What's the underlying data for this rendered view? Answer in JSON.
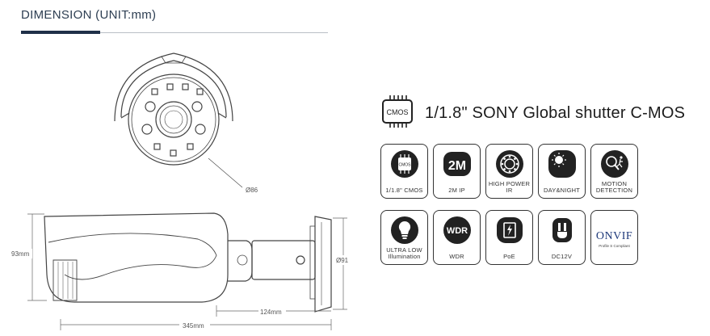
{
  "dimension": {
    "title": "DIMENSION (UNIT:mm)"
  },
  "drawing_labels": {
    "front_diameter": "Ø86",
    "body_height": "93mm",
    "bracket_diameter": "Ø91",
    "bracket_length": "124mm",
    "total_length": "345mm"
  },
  "headline": {
    "chip_text": "CMOS",
    "text": "1/1.8\" SONY Global shutter C-MOS"
  },
  "features": [
    {
      "label": "1/1.8\" CMOS",
      "icon": "cmos-chip-icon"
    },
    {
      "label": "2M IP",
      "icon": "2m-icon"
    },
    {
      "label": "HIGH POWER IR",
      "icon": "ir-led-icon"
    },
    {
      "label": "DAY&NIGHT",
      "icon": "day-night-icon"
    },
    {
      "label": "MOTION DETECTION",
      "icon": "motion-detection-icon"
    },
    {
      "label": "ULTRA LOW Illumination",
      "icon": "bulb-icon"
    },
    {
      "label": "WDR",
      "icon": "wdr-icon"
    },
    {
      "label": "PoE",
      "icon": "poe-icon"
    },
    {
      "label": "DC12V",
      "icon": "dc-plug-icon"
    },
    {
      "label": "ONVIF",
      "sub": "Profile S Compliant",
      "icon": "onvif-logo"
    }
  ],
  "icon_text": {
    "cmos_small": "CMOS",
    "two_m": "2M",
    "wdr": "WDR"
  },
  "colors": {
    "title": "#2d3e52",
    "accent_rule": "#1f3049",
    "onvif": "#1f3a7a"
  }
}
